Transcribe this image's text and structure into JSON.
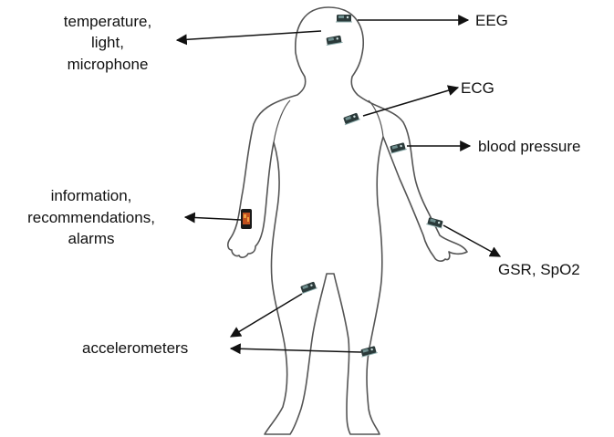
{
  "labels": {
    "eeg": "EEG",
    "head_sensors": [
      "temperature,",
      "light,",
      "microphone"
    ],
    "ecg": "ECG",
    "blood_pressure": "blood pressure",
    "phone": [
      "information,",
      "recommendations,",
      "alarms"
    ],
    "gsr": "GSR, SpO2",
    "accelerometers": "accelerometers"
  },
  "colors": {
    "outline": "#555555",
    "arrow": "#111111",
    "sensor_body": "#2b3a3a",
    "sensor_highlight": "#6f8f8f",
    "phone_screen": "#c0501f"
  }
}
